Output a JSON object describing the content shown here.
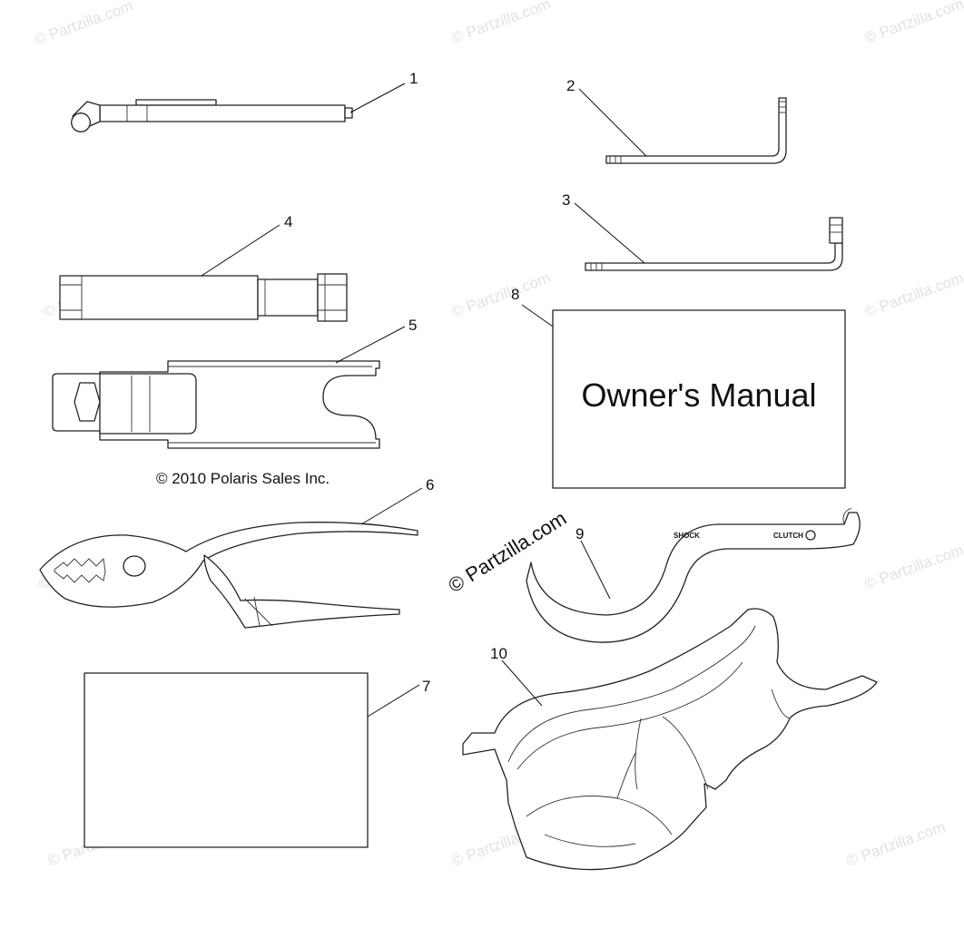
{
  "watermark": "© Partzilla.com",
  "watermark_color": "#e2e2e2",
  "brand_stamp": "© Partzilla.com",
  "copyright": "© 2010 Polaris Sales Inc.",
  "owners_manual_label": "Owner's Manual",
  "wrench_labels": {
    "shock": "SHOCK",
    "clutch": "CLUTCH"
  },
  "callouts": [
    {
      "id": "1",
      "part": "spark-plug-socket-handle"
    },
    {
      "id": "2",
      "part": "hex-key-short"
    },
    {
      "id": "3",
      "part": "hex-key-long"
    },
    {
      "id": "4",
      "part": "spark-plug-socket"
    },
    {
      "id": "5",
      "part": "combination-wrench"
    },
    {
      "id": "6",
      "part": "pliers"
    },
    {
      "id": "7",
      "part": "decal-card"
    },
    {
      "id": "8",
      "part": "owners-manual"
    },
    {
      "id": "9",
      "part": "spanner-wrench"
    },
    {
      "id": "10",
      "part": "tool-tray"
    }
  ]
}
